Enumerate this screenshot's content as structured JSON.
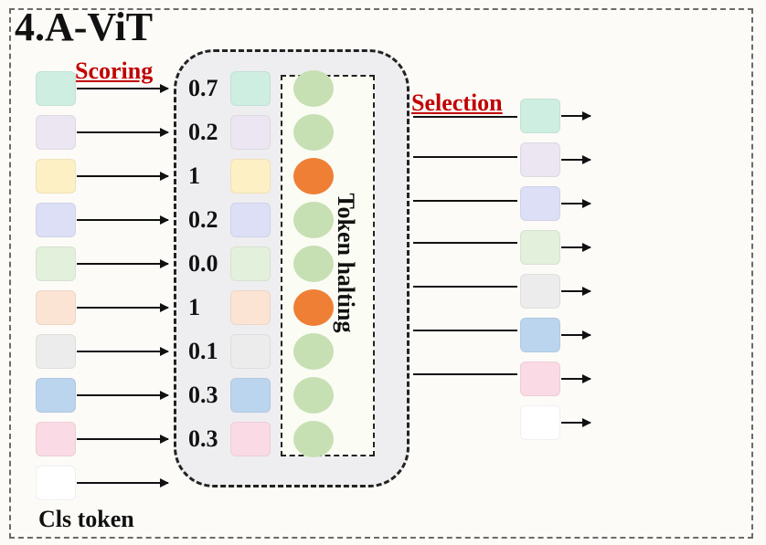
{
  "title": "4.A-ViT",
  "labels": {
    "scoring": "Scoring",
    "selection": "Selection",
    "token_halting": "Token halting",
    "cls_token": "Cls token"
  },
  "colors": {
    "accent_red": "#c00000",
    "halted": "#ef7f34",
    "kept": "#c6e0b4"
  },
  "input_tokens": [
    {
      "color": "#cfeee2",
      "score": "0.7",
      "halted": false
    },
    {
      "color": "#ece6f2",
      "score": "0.2",
      "halted": false
    },
    {
      "color": "#fdf0c4",
      "score": "1",
      "halted": true
    },
    {
      "color": "#dcdff6",
      "score": "0.2",
      "halted": false
    },
    {
      "color": "#e3f1dc",
      "score": "0.0",
      "halted": false
    },
    {
      "color": "#fbe4d4",
      "score": "1",
      "halted": true
    },
    {
      "color": "#ececec",
      "score": "0.1",
      "halted": false
    },
    {
      "color": "#bcd5ef",
      "score": "0.3",
      "halted": false
    },
    {
      "color": "#fadbe5",
      "score": "0.3",
      "halted": false
    },
    {
      "color": "#ffffff",
      "score": "",
      "halted": false
    }
  ],
  "output_tokens": [
    "#cfeee2",
    "#ece6f2",
    "#dcdff6",
    "#e3f1dc",
    "#ececec",
    "#bcd5ef",
    "#fadbe5",
    "#ffffff"
  ]
}
